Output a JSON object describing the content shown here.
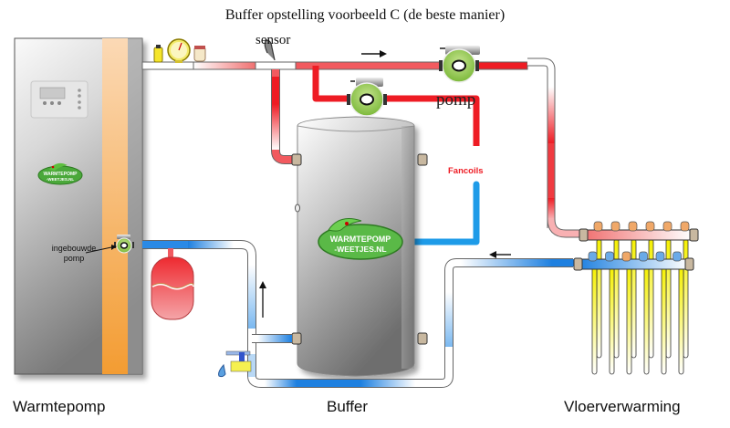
{
  "title": "Buffer opstelling voorbeeld C  (de beste manier)",
  "labels": {
    "sensor": "sensor",
    "pomp": "pomp",
    "fancoils": "Fancoils",
    "ingebouwde_pomp_line1": "ingebouwde",
    "ingebouwde_pomp_line2": "pomp",
    "warmtepomp": "Warmtepomp",
    "buffer": "Buffer",
    "vloerverwarming": "Vloerverwarming"
  },
  "logo": {
    "line1": "WARMTEPOMP",
    "line2": "-WEETJES.NL"
  },
  "components": {
    "heat_pump": "Warmtepomp unit with controller and ingebouwde pomp",
    "buffer_tank": "Buffer vessel",
    "expansion_vessel": "Expansievat",
    "manifold_groups": 6
  },
  "flow_arrows": [
    "right (supply)",
    "left (return)",
    "up (return to heat pump)"
  ],
  "colors": {
    "hot": "#ee1c24",
    "cold": "#1e90e8",
    "floor_loop": "#f5f000",
    "pump_green": "#8cc63f",
    "heatpump_stripe": "#f6a540",
    "tank_grey": "#8a8a8a"
  }
}
